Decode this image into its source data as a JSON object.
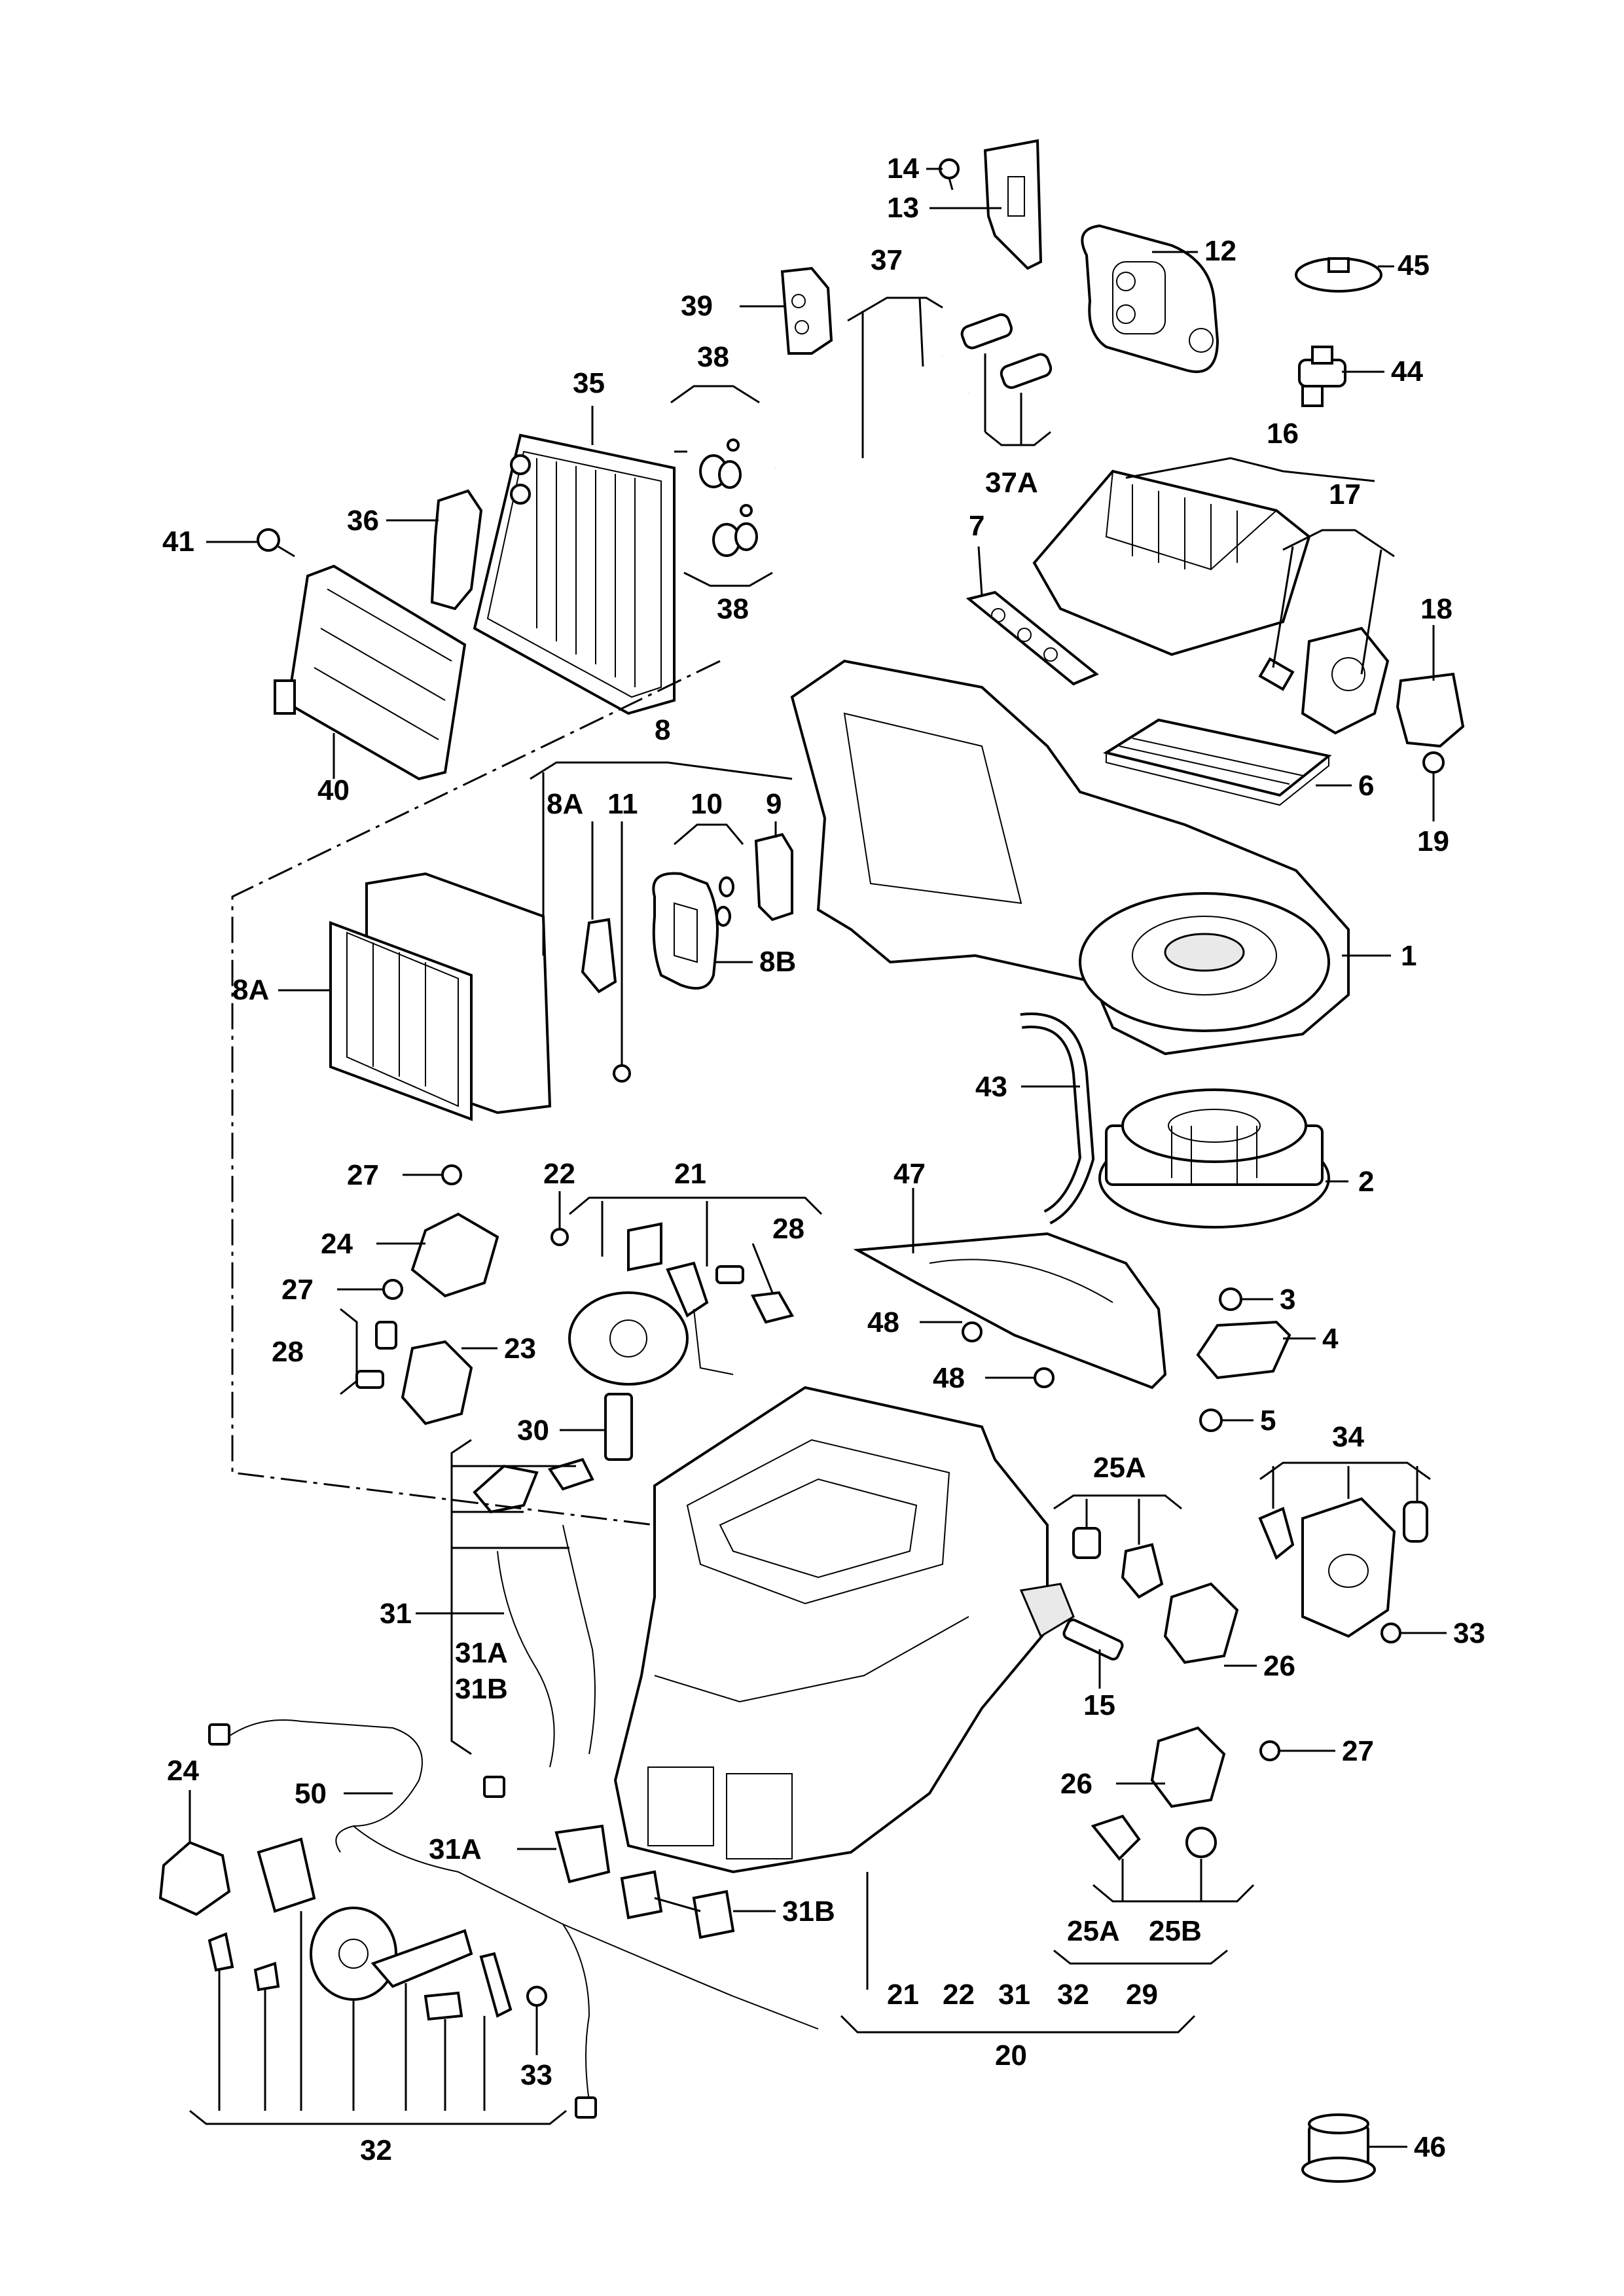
{
  "callouts": {
    "p1": "1",
    "p2": "2",
    "p3": "3",
    "p4": "4",
    "p5": "5",
    "p6": "6",
    "p7": "7",
    "p8": "8",
    "p8A_a": "8A",
    "p8A_b": "8A",
    "p8B": "8B",
    "p9": "9",
    "p10": "10",
    "p11": "11",
    "p12": "12",
    "p13": "13",
    "p14": "14",
    "p15": "15",
    "p16": "16",
    "p17": "17",
    "p18": "18",
    "p19": "19",
    "p20": "20",
    "p21_a": "21",
    "p21_b": "21",
    "p22_a": "22",
    "p22_b": "22",
    "p23": "23",
    "p24_a": "24",
    "p24_b": "24",
    "p25A_a": "25A",
    "p25A_b": "25A",
    "p25B": "25B",
    "p26_a": "26",
    "p26_b": "26",
    "p27_a": "27",
    "p27_b": "27",
    "p27_c": "27",
    "p28_a": "28",
    "p28_b": "28",
    "p29": "29",
    "p30": "30",
    "p31_a": "31",
    "p31_b": "31",
    "p31A_a": "31A",
    "p31B_a": "31B",
    "p31A_b": "31A",
    "p31B_b": "31B",
    "p32_a": "32",
    "p32_b": "32",
    "p33_a": "33",
    "p33_b": "33",
    "p34": "34",
    "p35": "35",
    "p36": "36",
    "p37": "37",
    "p37A": "37A",
    "p38_a": "38",
    "p38_b": "38",
    "p39": "39",
    "p40": "40",
    "p41": "41",
    "p43": "43",
    "p44": "44",
    "p45": "45",
    "p46": "46",
    "p47": "47",
    "p48_a": "48",
    "p48_b": "48",
    "p50": "50"
  }
}
